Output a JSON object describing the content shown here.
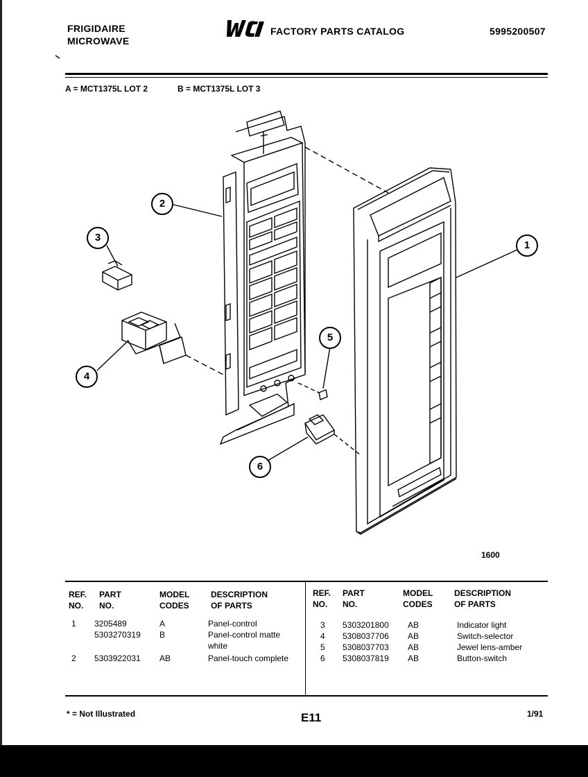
{
  "header": {
    "brand": "FRIGIDAIRE",
    "product": "MICROWAVE",
    "logo": "WCI",
    "catalog_title": "FACTORY PARTS CATALOG",
    "catalog_number": "5995200507"
  },
  "models": {
    "a": "A = MCT1375L LOT 2",
    "b": "B = MCT1375L LOT 3"
  },
  "diagram": {
    "callouts": [
      "1",
      "2",
      "3",
      "4",
      "5",
      "6"
    ],
    "figure_number": "1600"
  },
  "table": {
    "headers": {
      "ref": [
        "REF.",
        "NO."
      ],
      "part": [
        "PART",
        "NO."
      ],
      "model": [
        "MODEL",
        "CODES"
      ],
      "desc": [
        "DESCRIPTION",
        "OF PARTS"
      ]
    },
    "left_rows": [
      {
        "ref": "1",
        "part": "3205489",
        "model": "A",
        "desc": "Panel-control"
      },
      {
        "ref": "",
        "part": "5303270319",
        "model": "B",
        "desc": "Panel-control matte"
      },
      {
        "ref": "",
        "part": "",
        "model": "",
        "desc": "white"
      },
      {
        "ref": "2",
        "part": "5303922031",
        "model": "AB",
        "desc": "Panel-touch complete"
      }
    ],
    "right_rows": [
      {
        "ref": "3",
        "part": "5303201800",
        "model": "AB",
        "desc": "Indicator light"
      },
      {
        "ref": "4",
        "part": "5308037706",
        "model": "AB",
        "desc": "Switch-selector"
      },
      {
        "ref": "5",
        "part": "5308037703",
        "model": "AB",
        "desc": "Jewel lens-amber"
      },
      {
        "ref": "6",
        "part": "5308037819",
        "model": "AB",
        "desc": "Button-switch"
      }
    ]
  },
  "footer": {
    "note": "* = Not Illustrated",
    "page": "E11",
    "date": "1/91"
  }
}
